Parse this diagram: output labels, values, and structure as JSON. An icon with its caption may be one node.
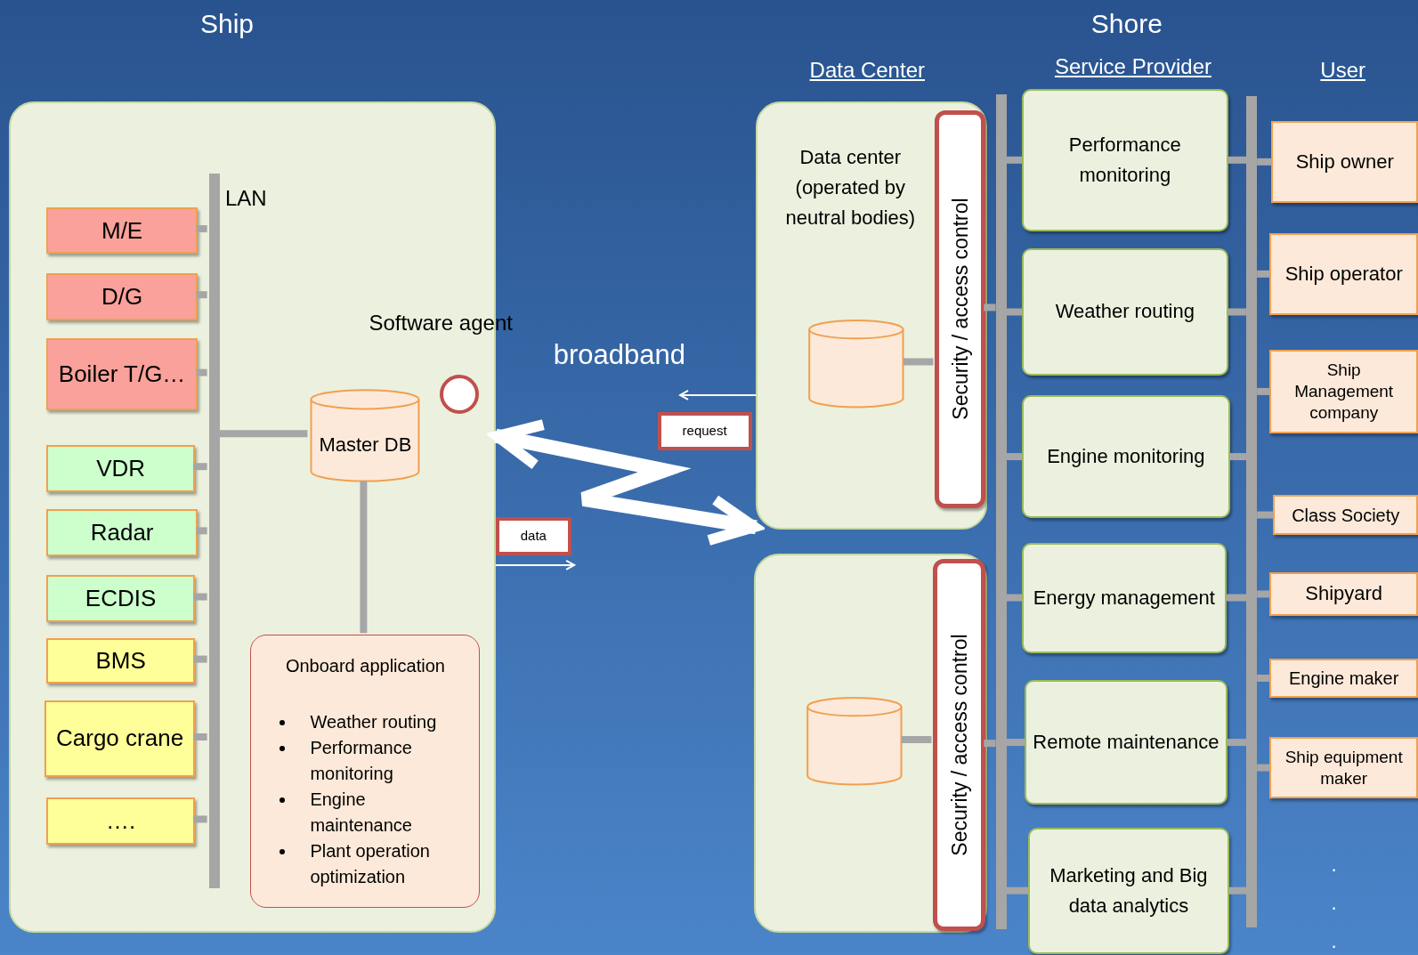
{
  "diagram": {
    "nodes": [
      {
        "text": [],
        "shape": "box"
      },
      {
        "text": [],
        "shape": "bar",
        "in": 0,
        "beside": [
          "LAN"
        ]
      },
      {
        "text": [
          "M/E"
        ],
        "in": 0
      },
      {
        "text": [
          "D/G"
        ],
        "in": 0
      },
      {
        "text": [
          "Boiler T/G…"
        ],
        "in": 0
      },
      {
        "text": [
          "VDR"
        ],
        "in": 0
      },
      {
        "text": [
          "Radar"
        ],
        "in": 0
      },
      {
        "text": [
          "ECDIS"
        ],
        "in": 0
      },
      {
        "text": [
          "BMS"
        ],
        "in": 0
      },
      {
        "text": [
          "Cargo crane"
        ],
        "in": 0
      },
      {
        "text": [
          "…."
        ],
        "in": 0
      },
      {
        "text": [
          "Master DB"
        ],
        "in": 0
      },
      {
        "text": [],
        "shape": "circle",
        "in": 0,
        "beside": [
          "Software agent"
        ]
      },
      {
        "text": [
          "Onboard application",
          "Weather routing",
          "Performance monitoring",
          "Engine maintenance",
          "Plant operation optimization"
        ],
        "in": 0
      },
      {
        "text": [
          "Data center (operated by neutral bodies)"
        ]
      },
      {
        "text": [],
        "shape": "cylinder",
        "in": 14
      },
      {
        "text": [
          "Security / access control"
        ],
        "in": 14
      },
      {
        "text": [],
        "shape": "box"
      },
      {
        "text": [],
        "shape": "cylinder",
        "in": 17
      },
      {
        "text": [
          "Security / access control"
        ],
        "in": 17
      },
      {
        "text": [],
        "shape": "bar"
      },
      {
        "text": [
          "Performance monitoring"
        ]
      },
      {
        "text": [
          "Weather routing"
        ]
      },
      {
        "text": [
          "Engine monitoring"
        ]
      },
      {
        "text": [
          "Energy management"
        ]
      },
      {
        "text": [
          "Remote maintenance"
        ]
      },
      {
        "text": [
          "Marketing and Big data analytics"
        ]
      },
      {
        "text": [],
        "shape": "bar"
      },
      {
        "text": [
          "Ship owner"
        ]
      },
      {
        "text": [
          "Ship operator"
        ]
      },
      {
        "text": [
          "Ship Management company"
        ]
      },
      {
        "text": [
          "Class Society"
        ]
      },
      {
        "text": [
          "Shipyard"
        ]
      },
      {
        "text": [
          "Engine maker"
        ]
      },
      {
        "text": [
          "Ship equipment maker"
        ]
      }
    ],
    "edges": [
      {
        "from": 2,
        "to": 1,
        "arrow": "none"
      },
      {
        "from": 3,
        "to": 1,
        "arrow": "none"
      },
      {
        "from": 4,
        "to": 1,
        "arrow": "none"
      },
      {
        "from": 5,
        "to": 1,
        "arrow": "none"
      },
      {
        "from": 6,
        "to": 1,
        "arrow": "none"
      },
      {
        "from": 7,
        "to": 1,
        "arrow": "none"
      },
      {
        "from": 8,
        "to": 1,
        "arrow": "none"
      },
      {
        "from": 9,
        "to": 1,
        "arrow": "none"
      },
      {
        "from": 10,
        "to": 1,
        "arrow": "none"
      },
      {
        "from": 1,
        "to": 11,
        "arrow": "none"
      },
      {
        "from": 11,
        "to": 13,
        "arrow": "none"
      },
      {
        "from": 0,
        "to": 14,
        "arrow": "both",
        "label": "broadband",
        "style": "thick",
        "color": "#ffffff"
      },
      {
        "from": 14,
        "to": null,
        "arrow": "to",
        "label": "request",
        "color": "#ffffff"
      },
      {
        "from": 0,
        "to": null,
        "arrow": "to",
        "label": "data",
        "color": "#ffffff"
      },
      {
        "from": 15,
        "to": 16,
        "arrow": "none"
      },
      {
        "from": 16,
        "to": 20,
        "arrow": "none"
      },
      {
        "from": 18,
        "to": 19,
        "arrow": "none"
      },
      {
        "from": 19,
        "to": 20,
        "arrow": "none"
      },
      {
        "from": 20,
        "to": 21,
        "arrow": "none"
      },
      {
        "from": 20,
        "to": 22,
        "arrow": "none"
      },
      {
        "from": 20,
        "to": 23,
        "arrow": "none"
      },
      {
        "from": 20,
        "to": 24,
        "arrow": "none"
      },
      {
        "from": 20,
        "to": 25,
        "arrow": "none"
      },
      {
        "from": 20,
        "to": 26,
        "arrow": "none"
      },
      {
        "from": 21,
        "to": 27,
        "arrow": "none"
      },
      {
        "from": 22,
        "to": 27,
        "arrow": "none"
      },
      {
        "from": 23,
        "to": 27,
        "arrow": "none"
      },
      {
        "from": 24,
        "to": 27,
        "arrow": "none"
      },
      {
        "from": 25,
        "to": 27,
        "arrow": "none"
      },
      {
        "from": 26,
        "to": 27,
        "arrow": "none"
      },
      {
        "from": 27,
        "to": 28,
        "arrow": "none"
      },
      {
        "from": 27,
        "to": 29,
        "arrow": "none"
      },
      {
        "from": 27,
        "to": 30,
        "arrow": "none"
      },
      {
        "from": 27,
        "to": 31,
        "arrow": "none"
      },
      {
        "from": 27,
        "to": 32,
        "arrow": "none"
      },
      {
        "from": 27,
        "to": 33,
        "arrow": "none"
      },
      {
        "from": 27,
        "to": 34,
        "arrow": "none"
      }
    ],
    "labels": [
      "Ship",
      "Shore",
      "Data Center",
      "Service Provider",
      "User",
      ".",
      ".",
      "."
    ]
  }
}
